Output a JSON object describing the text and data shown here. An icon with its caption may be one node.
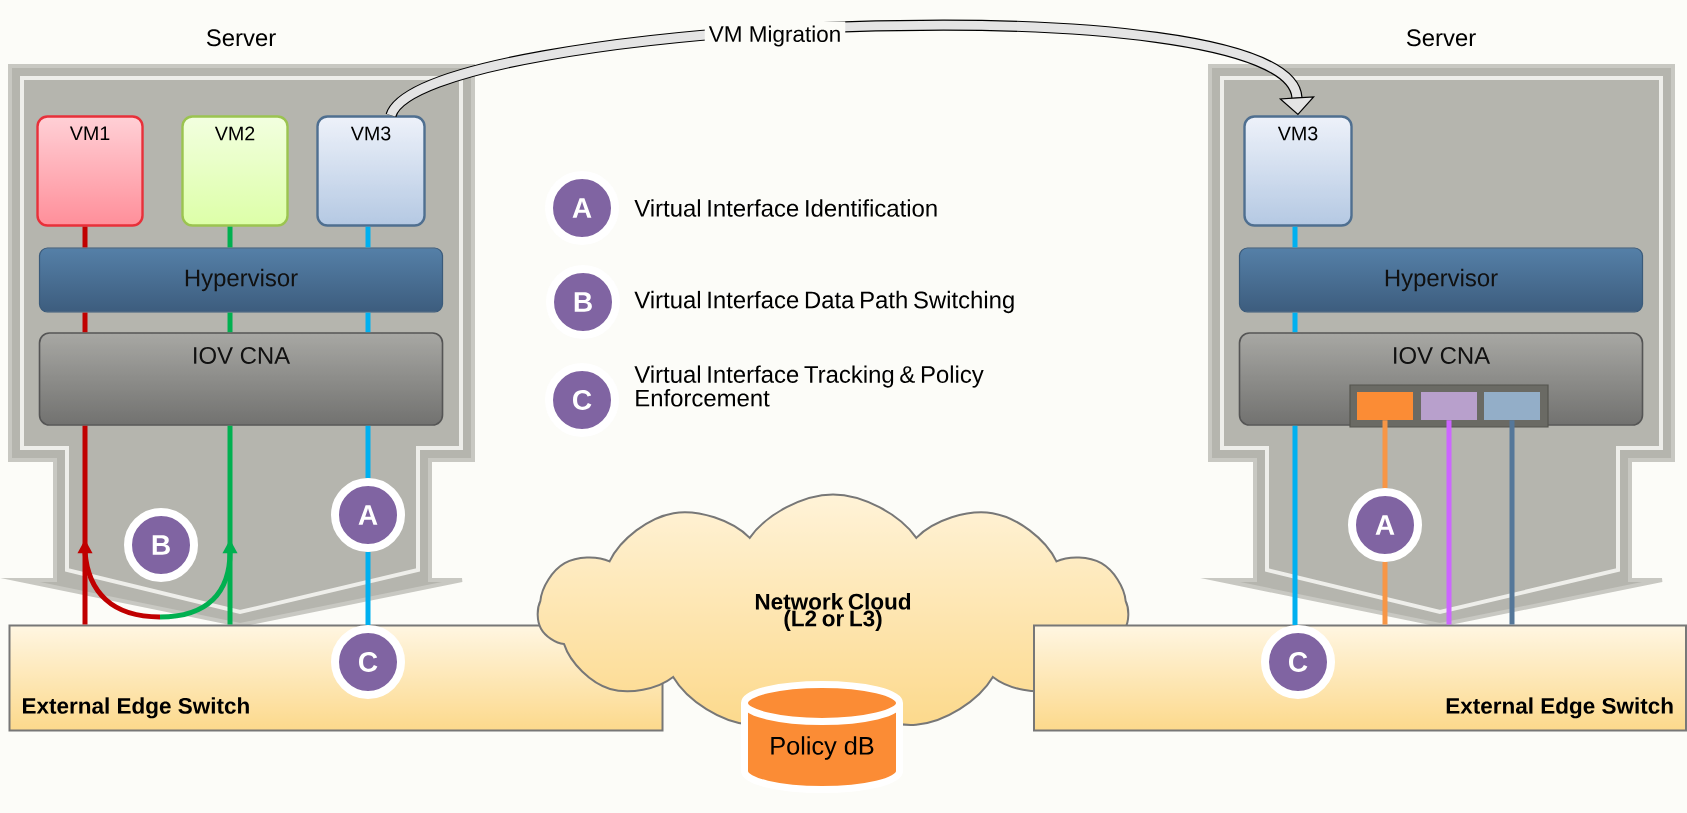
{
  "diagram": {
    "nodes": [
      {
        "text": [
          "Server"
        ]
      },
      {
        "text": [
          "VM1"
        ],
        "in": 0
      },
      {
        "text": [
          "VM2"
        ],
        "in": 0
      },
      {
        "text": [
          "VM3"
        ],
        "in": 0
      },
      {
        "text": [
          "Hypervisor"
        ],
        "in": 0
      },
      {
        "text": [
          "IOV CNA"
        ],
        "in": 0
      },
      {
        "text": [
          "A"
        ],
        "in": 0
      },
      {
        "text": [
          "B"
        ],
        "in": 0
      },
      {
        "text": [
          "A"
        ],
        "beside": [
          "Virtual Interface Identification"
        ]
      },
      {
        "text": [
          "B"
        ],
        "beside": [
          "Virtual Interface Data Path Switching"
        ]
      },
      {
        "text": [
          "C"
        ],
        "beside": [
          "Virtual Interface Tracking & Policy Enforcement"
        ]
      },
      {
        "text": [
          "Server"
        ]
      },
      {
        "text": [
          "VM3"
        ],
        "in": 11
      },
      {
        "text": [
          "Hypervisor"
        ],
        "in": 11
      },
      {
        "text": [
          "IOV CNA"
        ],
        "in": 11
      },
      {
        "text": [],
        "shape": "box",
        "in": 14
      },
      {
        "text": [],
        "shape": "box",
        "in": 14
      },
      {
        "text": [],
        "shape": "box",
        "in": 14
      },
      {
        "text": [
          "A"
        ],
        "in": 11
      },
      {
        "text": [
          "Network Cloud (L2 or L3)"
        ]
      },
      {
        "text": [
          "External Edge Switch"
        ]
      },
      {
        "text": [
          "C"
        ],
        "in": 20
      },
      {
        "text": [
          "External Edge Switch"
        ]
      },
      {
        "text": [
          "C"
        ],
        "in": 22
      },
      {
        "text": [
          "Policy dB"
        ]
      }
    ],
    "edges": [
      {
        "from": 3,
        "to": 12,
        "arrow": "to",
        "label": "VM Migration",
        "style": "thick",
        "color": "#000000"
      },
      {
        "from": 1,
        "to": 4,
        "arrow": "none",
        "color": "#c00000"
      },
      {
        "from": 4,
        "to": 5,
        "arrow": "none",
        "color": "#c00000"
      },
      {
        "from": 20,
        "to": 5,
        "arrow": "to",
        "color": "#c00000"
      },
      {
        "from": 2,
        "to": 4,
        "arrow": "none",
        "color": "#00b050"
      },
      {
        "from": 4,
        "to": 5,
        "arrow": "none",
        "color": "#00b050"
      },
      {
        "from": 20,
        "to": 5,
        "arrow": "to",
        "color": "#00b050"
      },
      {
        "from": 3,
        "to": 4,
        "arrow": "none",
        "color": "#00b0f0"
      },
      {
        "from": 4,
        "to": 5,
        "arrow": "none",
        "color": "#00b0f0"
      },
      {
        "from": 5,
        "to": 6,
        "arrow": "none",
        "color": "#00b0f0"
      },
      {
        "from": 6,
        "to": 21,
        "arrow": "none",
        "color": "#00b0f0"
      },
      {
        "from": 12,
        "to": 13,
        "arrow": "none",
        "color": "#00b0f0"
      },
      {
        "from": 13,
        "to": 14,
        "arrow": "none",
        "color": "#00b0f0"
      },
      {
        "from": 14,
        "to": 23,
        "arrow": "none",
        "color": "#00b0f0"
      },
      {
        "from": 15,
        "to": 18,
        "arrow": "none",
        "color": "#f79646"
      },
      {
        "from": 18,
        "to": 22,
        "arrow": "none",
        "color": "#f79646"
      },
      {
        "from": 16,
        "to": 22,
        "arrow": "none",
        "color": "#cc66ff"
      },
      {
        "from": 17,
        "to": 22,
        "arrow": "none",
        "color": "#557799"
      }
    ]
  }
}
